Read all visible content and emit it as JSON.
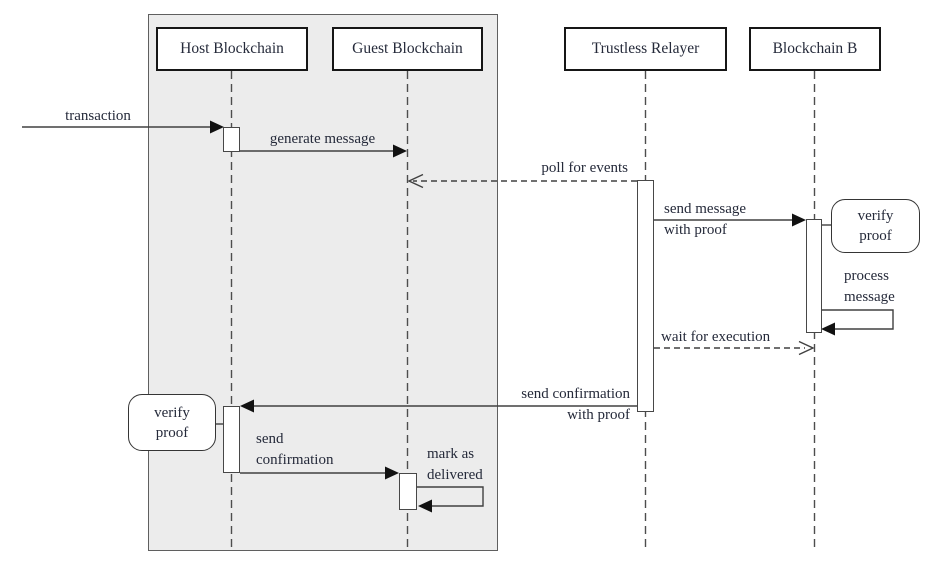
{
  "diagram": {
    "type": "uml-sequence",
    "group_frame": {
      "id": "host-guest-group",
      "contains": [
        "Host Blockchain",
        "Guest Blockchain"
      ]
    },
    "actors": [
      {
        "id": "host-blockchain",
        "label": "Host Blockchain",
        "in_group": true
      },
      {
        "id": "guest-blockchain",
        "label": "Guest Blockchain",
        "in_group": true
      },
      {
        "id": "trustless-relayer",
        "label": "Trustless Relayer",
        "in_group": false
      },
      {
        "id": "blockchain-b",
        "label": "Blockchain B",
        "in_group": false
      }
    ],
    "messages": [
      {
        "id": "transaction",
        "lines": [
          "transaction"
        ],
        "from": "external",
        "to": "Host Blockchain",
        "style": "solid",
        "arrowhead": "filled",
        "self": false
      },
      {
        "id": "generate-message",
        "lines": [
          "generate message"
        ],
        "from": "Host Blockchain",
        "to": "Guest Blockchain",
        "style": "solid",
        "arrowhead": "filled",
        "self": false
      },
      {
        "id": "poll-for-events",
        "lines": [
          "poll for events"
        ],
        "from": "Trustless Relayer",
        "to": "Guest Blockchain",
        "style": "dashed",
        "arrowhead": "open",
        "self": false
      },
      {
        "id": "send-message-with-proof",
        "lines": [
          "send message",
          "with proof"
        ],
        "from": "Trustless Relayer",
        "to": "Blockchain B",
        "style": "solid",
        "arrowhead": "filled",
        "self": false
      },
      {
        "id": "process-message",
        "lines": [
          "process",
          "message"
        ],
        "from": "Blockchain B",
        "to": "Blockchain B",
        "style": "solid",
        "arrowhead": "filled",
        "self": true
      },
      {
        "id": "wait-for-execution",
        "lines": [
          "wait for execution"
        ],
        "from": "Trustless Relayer",
        "to": "Blockchain B",
        "style": "dashed",
        "arrowhead": "open",
        "self": false
      },
      {
        "id": "send-confirmation-with-proof",
        "lines": [
          "send confirmation",
          "with proof"
        ],
        "from": "Trustless Relayer",
        "to": "Host Blockchain",
        "style": "solid",
        "arrowhead": "filled",
        "self": false
      },
      {
        "id": "send-confirmation",
        "lines": [
          "send",
          "confirmation"
        ],
        "from": "Host Blockchain",
        "to": "Guest Blockchain",
        "style": "solid",
        "arrowhead": "filled",
        "self": false
      },
      {
        "id": "mark-as-delivered",
        "lines": [
          "mark as",
          "delivered"
        ],
        "from": "Guest Blockchain",
        "to": "Guest Blockchain",
        "style": "solid",
        "arrowhead": "filled",
        "self": true
      }
    ],
    "notes": [
      {
        "id": "verify-proof-blockchain-b",
        "lines": [
          "verify",
          "proof"
        ],
        "attached_to": "Blockchain B"
      },
      {
        "id": "verify-proof-host",
        "lines": [
          "verify",
          "proof"
        ],
        "attached_to": "Host Blockchain"
      }
    ],
    "colors": {
      "background": "#ffffff",
      "frame_fill": "#ececec",
      "frame_border": "#5f5f5f",
      "line": "#404040",
      "arrowhead": "#111111",
      "box_border": "#161616",
      "box_fill": "#ffffff",
      "text": "#252a3a"
    }
  }
}
